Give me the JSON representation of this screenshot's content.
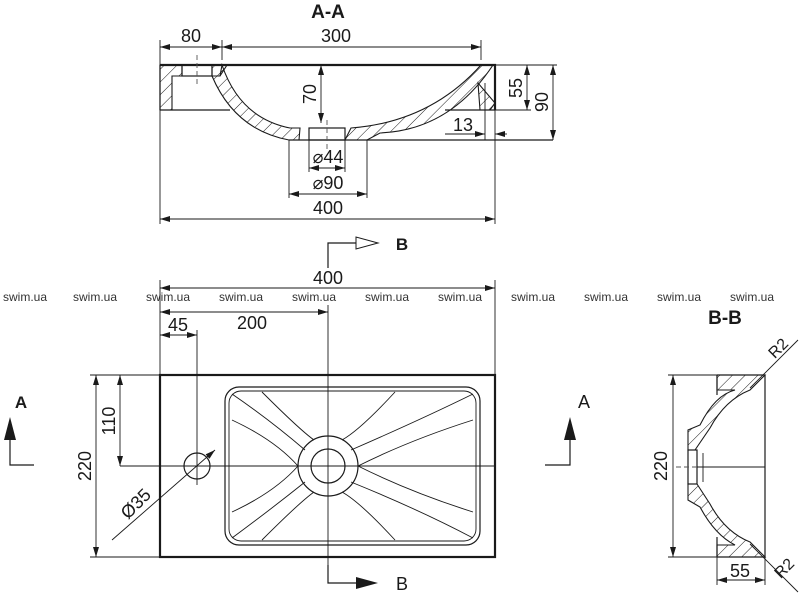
{
  "section_aa": {
    "title": "A-A",
    "dims": {
      "left_width": "80",
      "bowl_width": "300",
      "depth": "70",
      "rim": "55",
      "total_height": "90",
      "wall": "13",
      "drain_inner": "⌀44",
      "drain_outer": "⌀90",
      "total_width": "400"
    }
  },
  "plan": {
    "dims": {
      "width": "400",
      "to_drain": "200",
      "to_tap": "45",
      "height": "220",
      "half_height": "110",
      "tap_hole": "Ø35"
    },
    "section_marks": {
      "a_left": "A",
      "a_right": "A",
      "b_top": "B",
      "b_bottom": "B"
    }
  },
  "section_bb": {
    "title": "B-B",
    "dims": {
      "radius_top": "R2",
      "radius_bottom": "R2",
      "height": "220",
      "depth": "55"
    }
  },
  "watermark": [
    "swim.ua",
    "swim.ua",
    "swim.ua",
    "swim.ua",
    "swim.ua",
    "swim.ua",
    "swim.ua",
    "swim.ua",
    "swim.ua",
    "swim.ua",
    "swim.ua"
  ]
}
